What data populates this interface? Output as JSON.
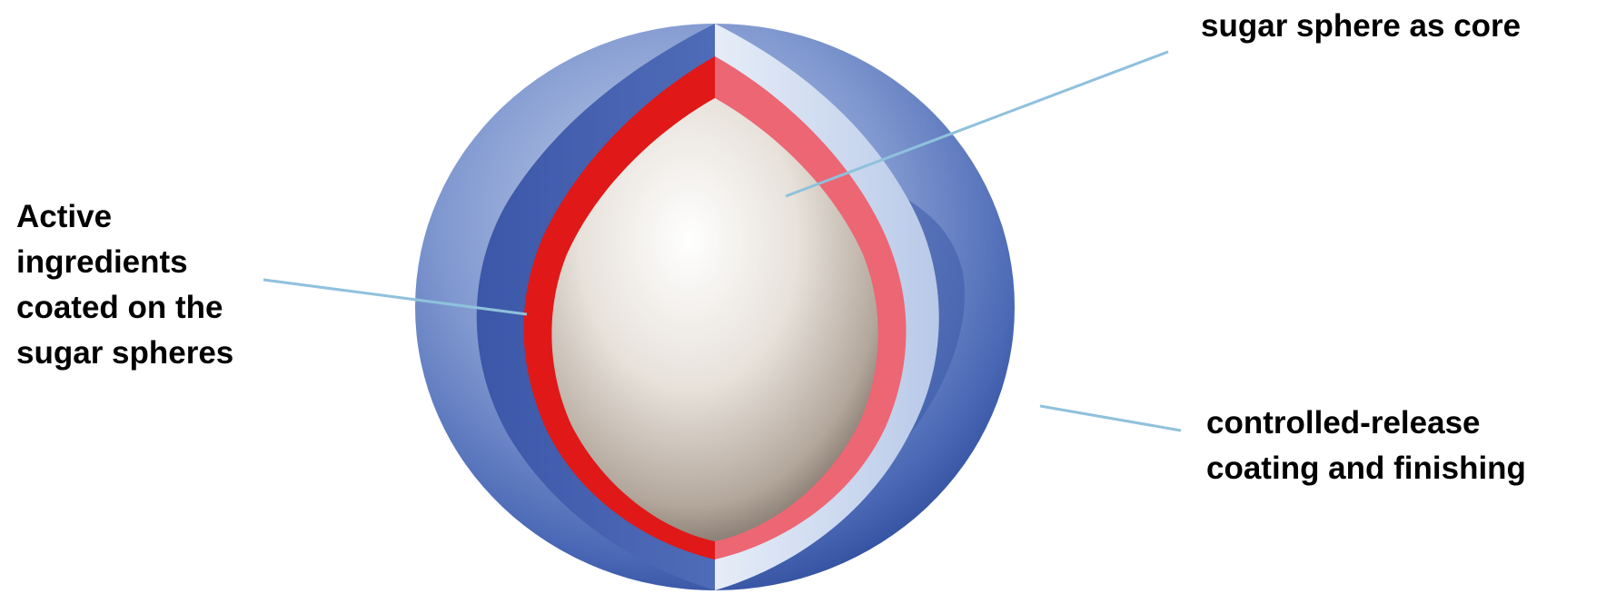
{
  "labels": {
    "core": [
      "sugar sphere as core"
    ],
    "active": [
      "Active",
      "ingredients",
      "coated on the",
      "sugar spheres"
    ],
    "release": [
      "controlled-release",
      "coating and finishing"
    ]
  },
  "colors": {
    "outer_coating": "#3f5fae",
    "outer_coating_light": "#c8d6ee",
    "active_layer": "#e01818",
    "active_layer_light": "#ec6674",
    "core": "#d9d2ca",
    "leader_line": "#8fc1dc",
    "text": "#000000"
  }
}
